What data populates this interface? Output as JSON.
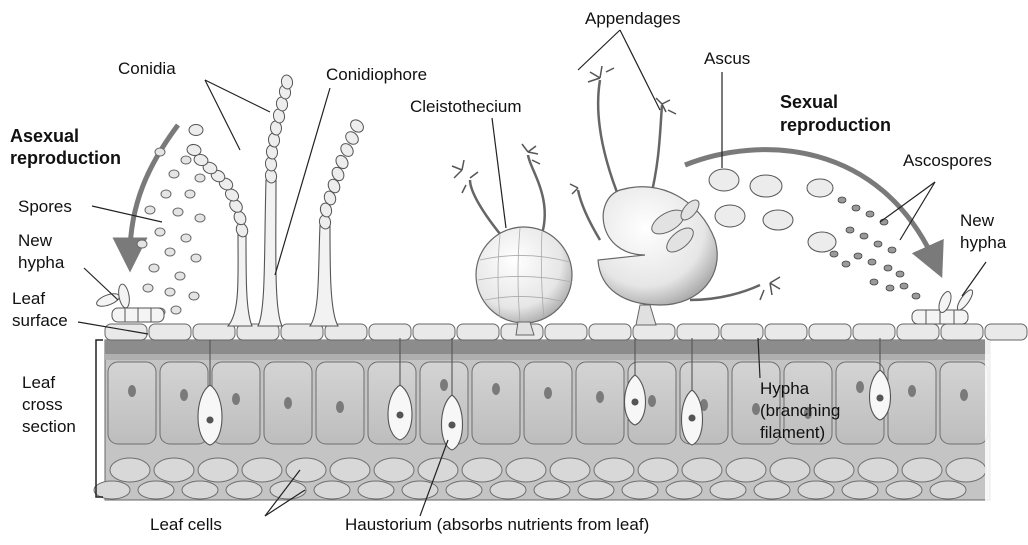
{
  "labels": {
    "conidia": "Conidia",
    "conidiophore": "Conidiophore",
    "appendages": "Appendages",
    "ascus": "Ascus",
    "cleistothecium": "Cleistothecium",
    "asexual_line1": "Asexual",
    "asexual_line2": "reproduction",
    "sexual_line1": "Sexual",
    "sexual_line2": "reproduction",
    "spores": "Spores",
    "ascospores": "Ascospores",
    "new_hypha_left_1": "New",
    "new_hypha_left_2": "hypha",
    "new_hypha_right_1": "New",
    "new_hypha_right_2": "hypha",
    "leaf_surface_1": "Leaf",
    "leaf_surface_2": "surface",
    "leaf_cross_1": "Leaf",
    "leaf_cross_2": "cross",
    "leaf_cross_3": "section",
    "hypha_1": "Hypha",
    "hypha_2": "(branching",
    "hypha_3": "filament)",
    "leaf_cells": "Leaf cells",
    "haustorium": "Haustorium (absorbs nutrients from leaf)"
  },
  "colors": {
    "leaf_fill": "#c9c9c9",
    "cell_fill": "#d8d8d8",
    "cell_stroke": "#6e6e6e",
    "fungus_fill": "#f4f4f4",
    "arrow_gray": "#7a7a7a"
  }
}
